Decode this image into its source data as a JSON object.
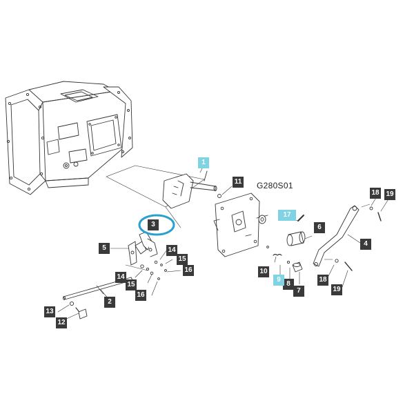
{
  "drawing_code": "G280S01",
  "colors": {
    "callout_dark": "#3a3a3a",
    "callout_highlight": "#7fd3e3",
    "selection_ring": "#2a9fd0",
    "line": "#333333"
  },
  "selected_part": "3",
  "callouts": {
    "c1": "1",
    "c2": "2",
    "c3": "3",
    "c4": "4",
    "c5": "5",
    "c6": "6",
    "c7": "7",
    "c8": "8",
    "c9": "9",
    "c10": "10",
    "c11": "11",
    "c12": "12",
    "c13": "13",
    "c14a": "14",
    "c14b": "14",
    "c15a": "15",
    "c15b": "15",
    "c16a": "16",
    "c16b": "16",
    "c17": "17",
    "c18a": "18",
    "c18b": "18",
    "c19a": "19",
    "c19b": "19"
  }
}
